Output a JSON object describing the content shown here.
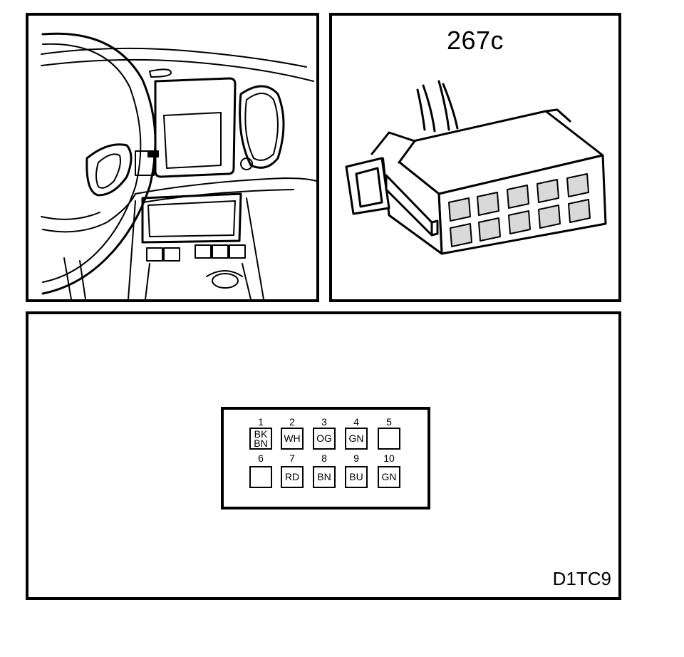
{
  "connector": {
    "label": "267c"
  },
  "reference_code": "D1TC9",
  "pins": [
    {
      "number": "1",
      "lines": [
        "BK",
        "BN"
      ]
    },
    {
      "number": "2",
      "lines": [
        "WH"
      ]
    },
    {
      "number": "3",
      "lines": [
        "OG"
      ]
    },
    {
      "number": "4",
      "lines": [
        "GN"
      ]
    },
    {
      "number": "5",
      "lines": []
    },
    {
      "number": "6",
      "lines": []
    },
    {
      "number": "7",
      "lines": [
        "RD"
      ]
    },
    {
      "number": "8",
      "lines": [
        "BN"
      ]
    },
    {
      "number": "9",
      "lines": [
        "BU"
      ]
    },
    {
      "number": "10",
      "lines": [
        "GN"
      ]
    }
  ],
  "colors": {
    "line": "#000000",
    "background": "#ffffff"
  }
}
